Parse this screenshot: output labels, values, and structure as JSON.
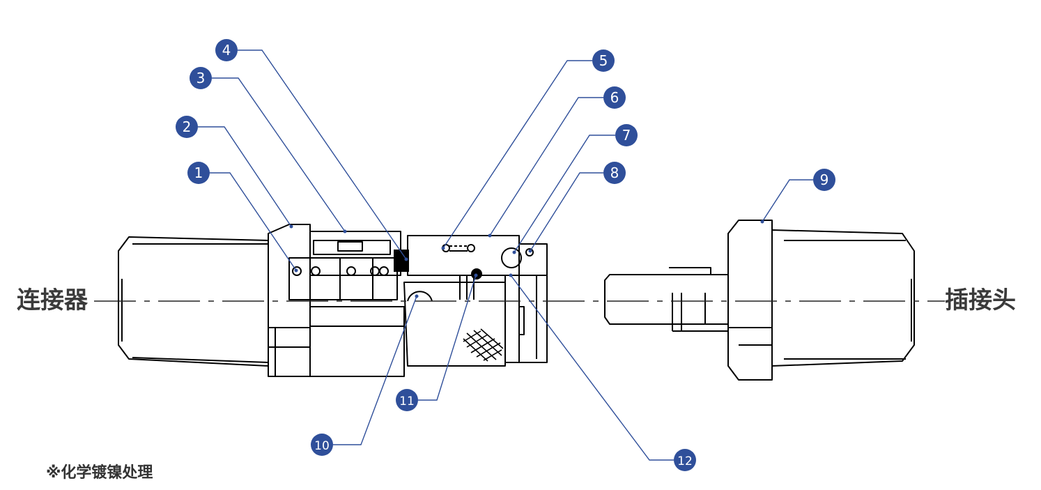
{
  "labels": {
    "left": "连接器",
    "right": "插接头"
  },
  "note": "※化学镀镍处理",
  "callouts": [
    {
      "num": "1"
    },
    {
      "num": "2"
    },
    {
      "num": "3"
    },
    {
      "num": "4"
    },
    {
      "num": "5"
    },
    {
      "num": "6"
    },
    {
      "num": "7"
    },
    {
      "num": "8"
    },
    {
      "num": "9"
    },
    {
      "num": "10"
    },
    {
      "num": "11"
    },
    {
      "num": "12"
    }
  ],
  "colors": {
    "callout_fill": "#2f4f9a",
    "leader": "#2f4f9a",
    "outline": "#000000",
    "label_text": "#3a3a3a"
  }
}
